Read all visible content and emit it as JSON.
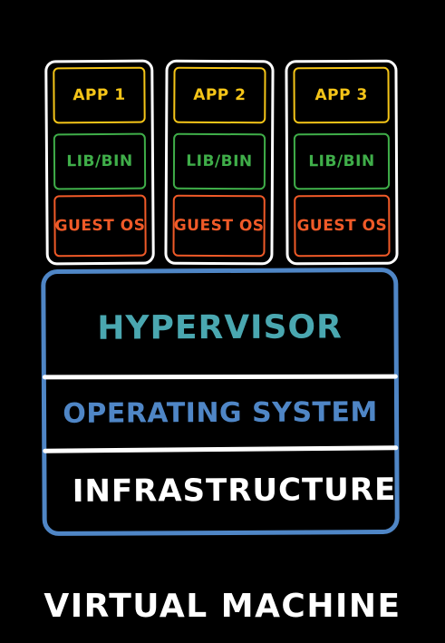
{
  "colors": {
    "background": "#000000",
    "vm_border": "#ffffff",
    "app": "#f5c518",
    "lib": "#3fae49",
    "guest_os": "#f05a28",
    "host_border": "#4f86c6",
    "hypervisor": "#4aa7b0",
    "operating_system": "#4f86c6",
    "infrastructure": "#ffffff",
    "caption": "#ffffff"
  },
  "vms": [
    {
      "app": "APP 1",
      "lib": "LIB/BIN",
      "guest_os": "GUEST OS"
    },
    {
      "app": "APP 2",
      "lib": "LIB/BIN",
      "guest_os": "GUEST OS"
    },
    {
      "app": "APP 3",
      "lib": "LIB/BIN",
      "guest_os": "GUEST OS"
    }
  ],
  "host": {
    "hypervisor": "HYPERVISOR",
    "operating_system": "OPERATING SYSTEM",
    "infrastructure": "INFRASTRUCTURE"
  },
  "caption": "VIRTUAL MACHINE"
}
